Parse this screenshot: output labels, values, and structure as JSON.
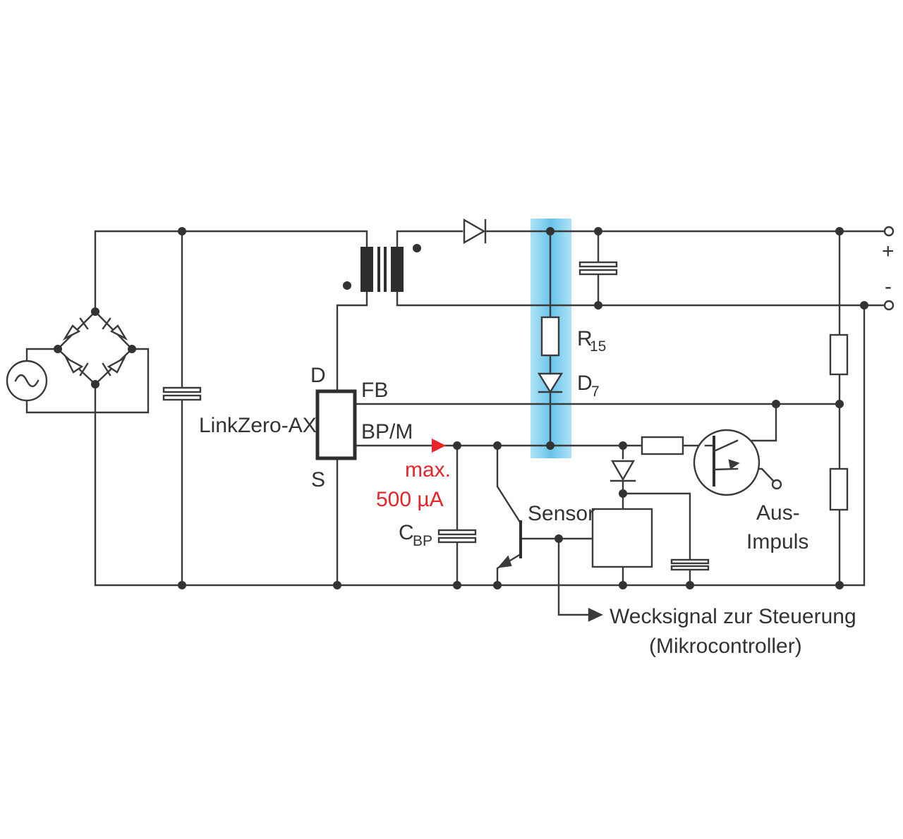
{
  "labels": {
    "ic_name": "LinkZero-AX",
    "pin_d": "D",
    "pin_fb": "FB",
    "pin_bpm": "BP/M",
    "pin_s": "S",
    "r15_main": "R",
    "r15_sub": "15",
    "d7_main": "D",
    "d7_sub": "7",
    "plus": "+",
    "minus": "-",
    "current_line1": "max.",
    "current_line2": "500 µA",
    "cbp_main": "C",
    "cbp_sub": "BP",
    "sensor": "Sensor",
    "aus_line1": "Aus-",
    "aus_line2": "Impuls",
    "wake_line1": "Wecksignal zur Steuerung",
    "wake_line2": "(Mikrocontroller)"
  },
  "colors": {
    "highlight": "#5bc2ea",
    "current_arrow": "#e8232a",
    "wire": "#3a3a3a"
  }
}
